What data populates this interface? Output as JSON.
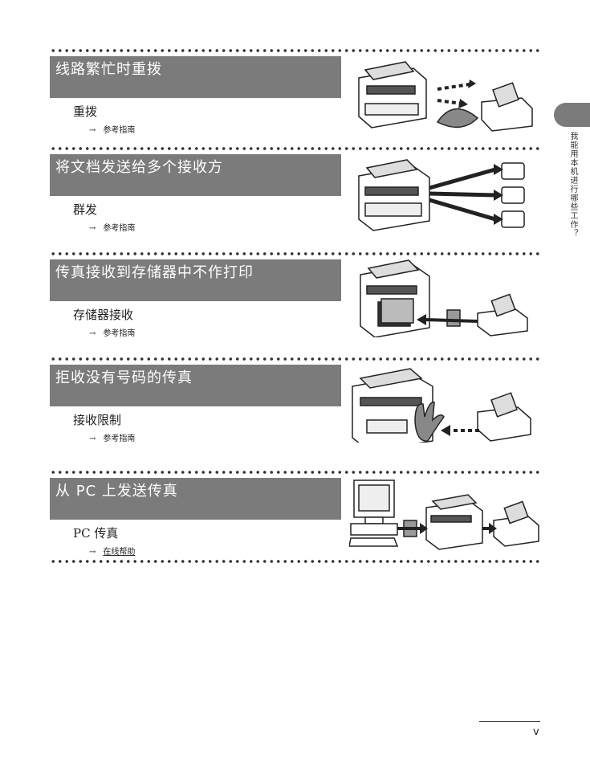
{
  "side_tab": {
    "text": "我能用本机进行哪些工作？"
  },
  "sections": [
    {
      "title": "线路繁忙时重拨",
      "feature": "重拨",
      "arrow": "→",
      "ref": "参考指南",
      "ref_is_link": false,
      "illustration": "printer-redial-handshake-fax"
    },
    {
      "title": "将文档发送给多个接收方",
      "feature": "群发",
      "arrow": "→",
      "ref": "参考指南",
      "ref_is_link": false,
      "illustration": "printer-broadcast-three-fax"
    },
    {
      "title": "传真接收到存储器中不作打印",
      "feature": "存储器接收",
      "arrow": "→",
      "ref": "参考指南",
      "ref_is_link": false,
      "illustration": "fax-to-memory-printer"
    },
    {
      "title": "拒收没有号码的传真",
      "feature": "接收限制",
      "arrow": "→",
      "ref": "参考指南",
      "ref_is_link": false,
      "illustration": "printer-reject-hand-fax"
    },
    {
      "title": "从 PC 上发送传真",
      "feature": "PC 传真",
      "arrow": "→",
      "ref": "在线帮助",
      "ref_is_link": true,
      "illustration": "pc-printer-fax"
    }
  ],
  "footer": {
    "page_number": "v"
  }
}
